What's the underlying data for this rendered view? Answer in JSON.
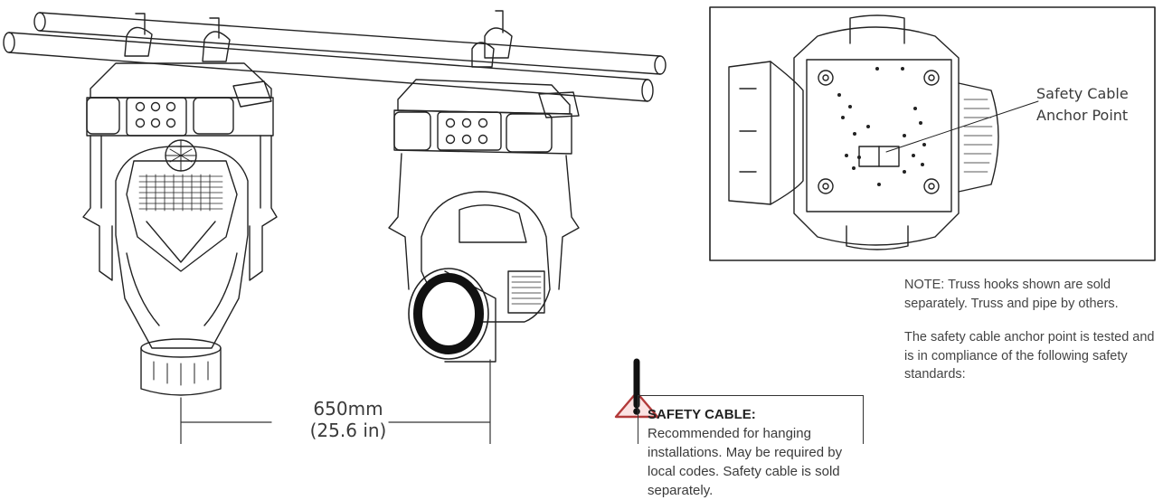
{
  "callout": {
    "anchor_label": "Safety Cable\nAnchor Point"
  },
  "dimension": {
    "mm": "650mm",
    "inch": "(25.6 in)"
  },
  "safety": {
    "title": "SAFETY CABLE:",
    "body": "Recommended for hanging installations. May be required by local codes. Safety cable is sold separately.",
    "icon": "warning-triangle-icon",
    "icon_color": "#b23a3a"
  },
  "notes": {
    "note1": "NOTE: Truss hooks shown are sold separately.  Truss and pipe by others.",
    "note2": "The safety cable anchor point is tested and is in compliance of the following safety standards:"
  }
}
